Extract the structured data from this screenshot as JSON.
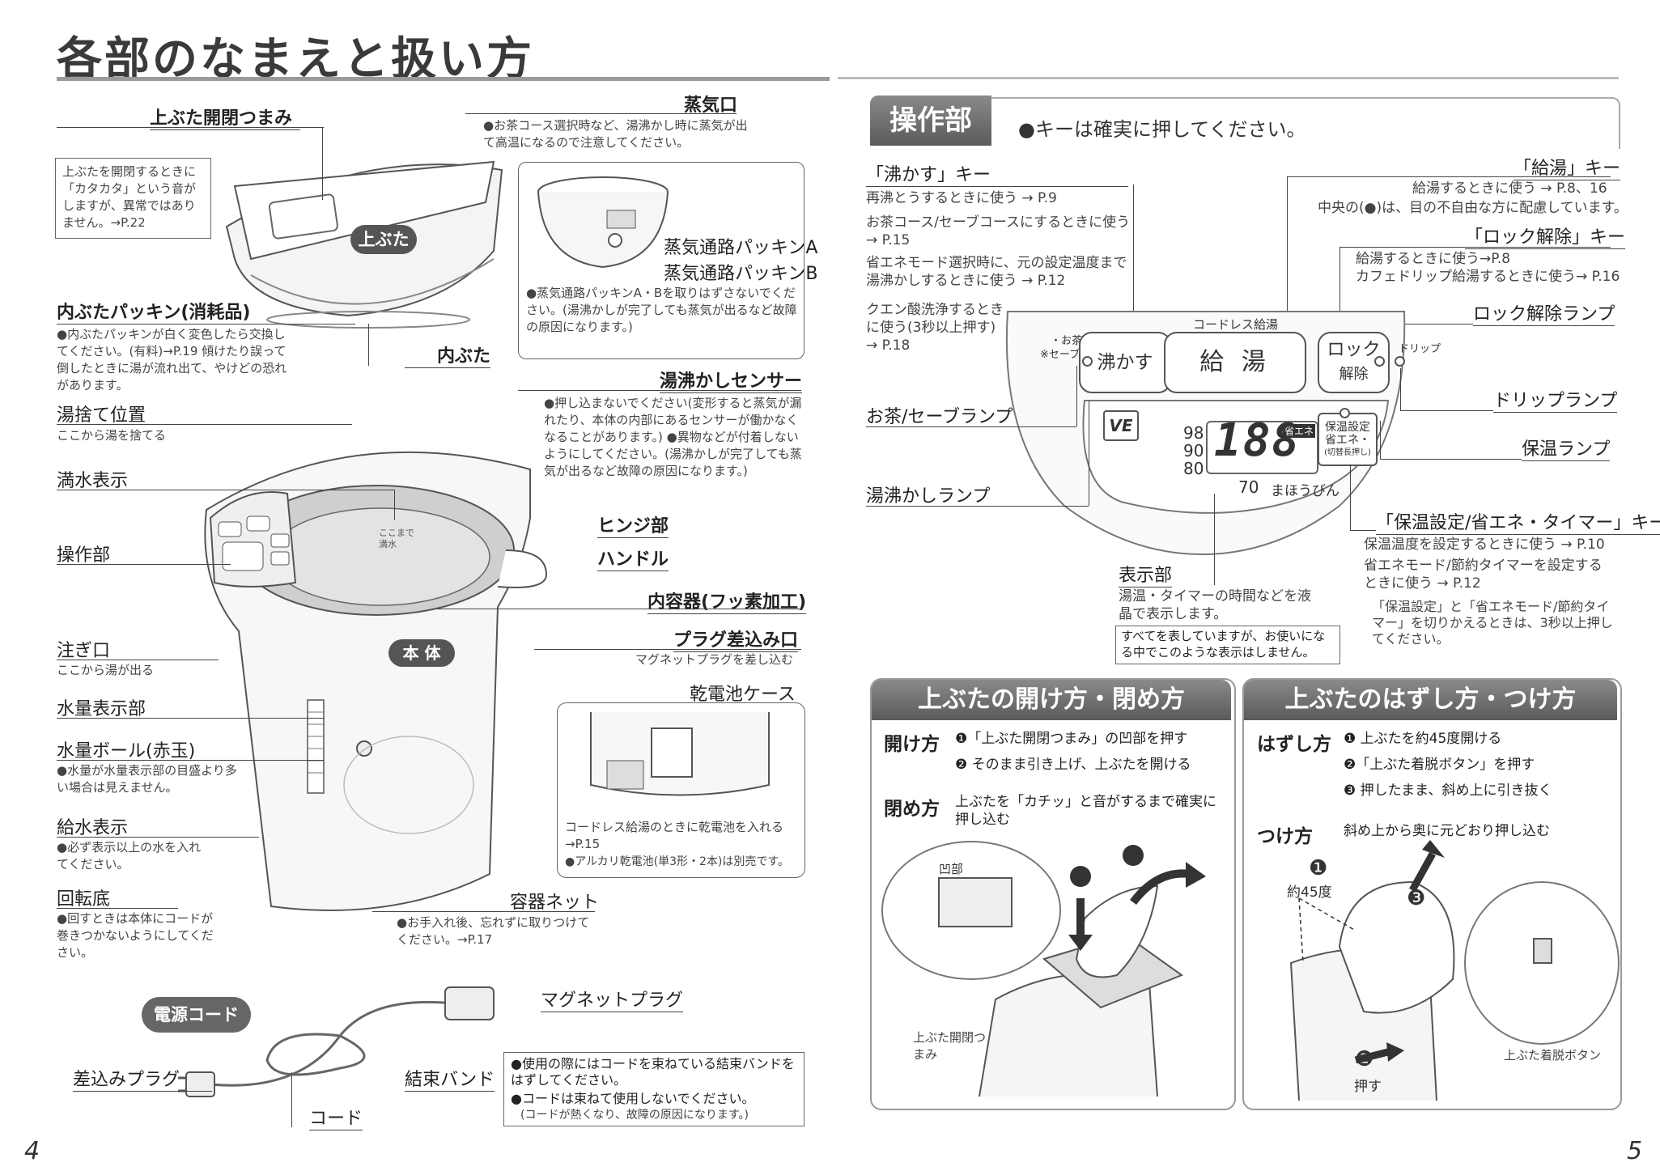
{
  "left_page": {
    "title": "各部のなまえと扱い方",
    "page_number": "4",
    "labels": {
      "lid_knob": "上ぶた開閉つまみ",
      "lid_note": "上ぶたを開閉するときに「カタカタ」という音がしますが、異常ではありません。→P.22",
      "steam_port": "蒸気口",
      "steam_port_note": "●お茶コース選択時など、湯沸かし時に蒸気が出て高温になるので注意してください。",
      "lid_badge": "上ぶた",
      "packing_a": "蒸気通路パッキンA",
      "packing_b": "蒸気通路パッキンB",
      "packing_note": "●蒸気通路パッキンA・Bを取りはずさないでください。(湯沸かしが完了しても蒸気が出るなど故障の原因になります。)",
      "inner_lid_packing": "内ぶたパッキン(消耗品)",
      "inner_lid_packing_note": "●内ぶたパッキンが白く変色したら交換してください。(有料)→P.19 傾けたり誤って倒したときに湯が流れ出て、やけどの恐れがあります。",
      "inner_lid": "内ぶた",
      "sensor": "湯沸かしセンサー",
      "sensor_note": "●押し込まないでください(変形すると蒸気が漏れたり、本体の内部にあるセンサーが働かなくなることがあります。) ●異物などが付着しないようにしてください。(湯沸かしが完了しても蒸気が出るなど故障の原因になります。)",
      "drain_position": "湯捨て位置",
      "drain_position_note": "ここから湯を捨てる",
      "full_mark": "満水表示",
      "control_panel": "操作部",
      "hinge": "ヒンジ部",
      "handle": "ハンドル",
      "inner_container": "内容器(フッ素加工)",
      "spout": "注ぎ口",
      "spout_note": "ここから湯が出る",
      "body_badge": "本 体",
      "plug_socket": "プラグ差込み口",
      "plug_socket_note": "マグネットプラグを差し込む",
      "water_gauge": "水量表示部",
      "battery_case": "乾電池ケース",
      "water_ball": "水量ボール(赤玉)",
      "water_ball_note": "●水量が水量表示部の目盛より多い場合は見えません。",
      "min_mark": "給水表示",
      "min_mark_note": "●必ず表示以上の水を入れてください。",
      "battery_note1": "コードレス給湯のときに乾電池を入れる→P.15",
      "battery_note2": "●アルカリ乾電池(単3形・2本)は別売です。",
      "swivel_base": "回転底",
      "swivel_base_note": "●回すときは本体にコードが巻きつかないようにしてください。",
      "container_net": "容器ネット",
      "container_net_note": "●お手入れ後、忘れずに取りつけてください。→P.17",
      "power_cord_badge": "電源コード",
      "magnet_plug": "マグネットプラグ",
      "plug": "差込みプラグ",
      "tie_band": "結束バンド",
      "cord": "コード",
      "cord_warning1": "●使用の際にはコードを束ねている結束バンドをはずしてください。",
      "cord_warning2": "●コードは束ねて使用しないでください。",
      "cord_warning3": "(コードが熱くなり、故障の原因になります。)",
      "inner_mark_1": "ここまで",
      "inner_mark_2": "満水"
    }
  },
  "right_page": {
    "page_number": "5",
    "section_title": "操作部",
    "section_subtitle": "●キーは確実に押してください。",
    "boil_key": "「沸かす」キー",
    "boil_key_notes": [
      "再沸とうするときに使う → P.9",
      "お茶コース/セーブコースにするときに使う → P.15",
      "省エネモード選択時に、元の設定温度まで湯沸かしするときに使う → P.12",
      "クエン酸洗浄するときに使う(3秒以上押す) → P.18"
    ],
    "dispense_key": "「給湯」キー",
    "dispense_key_notes": [
      "給湯するときに使う → P.8、16",
      "中央の(●)は、目の不自由な方に配慮しています。"
    ],
    "unlock_key": "「ロック解除」キー",
    "unlock_key_notes": [
      "給湯するときに使う→P.8",
      "カフェドリップ給湯するときに使う→ P.16"
    ],
    "unlock_lamp": "ロック解除ランプ",
    "tea_save_lamp": "お茶/セーブランプ",
    "drip_lamp": "ドリップランプ",
    "keep_warm_lamp": "保温ランプ",
    "boil_lamp": "湯沸かしランプ",
    "keep_warm_key": "「保温設定/省エネ・タイマー」キー",
    "keep_warm_key_notes": [
      "保温温度を設定するときに使う → P.10",
      "省エネモード/節約タイマーを設定するときに使う → P.12",
      "「保温設定」と「省エネモード/節約タイマー」を切りかえるときは、3秒以上押してください。"
    ],
    "display": "表示部",
    "display_note": "湯温・タイマーの時間などを液晶で表示します。",
    "display_box": "すべてを表していますが、お使いになる中でこのような表示はしません。",
    "panel": {
      "cordless_label": "コードレス給湯",
      "tea_label": "・お茶",
      "save_label": "※セーブ",
      "boil_key_label": "沸かす",
      "dispense_key_label": "給 湯",
      "lock_label": "ロック",
      "unlock_label": "解除",
      "drip_label": "ドリップ",
      "ve_logo": "VE",
      "temps": [
        "98",
        "90",
        "80",
        "70"
      ],
      "digits": "188",
      "eco_label": "省エネ",
      "keepwarm_btn_line1": "保温設定",
      "keepwarm_btn_line2": "省エネ・",
      "keepwarm_btn_line3": "(切替長押し)",
      "mahobin": "まほうびん"
    },
    "open_close_title": "上ぶたの開け方・閉め方",
    "open_label": "開け方",
    "open_steps": [
      "❶「上ぶた開閉つまみ」の凹部を押す",
      "❷ そのまま引き上げ、上ぶたを開ける"
    ],
    "close_label": "閉め方",
    "close_text": "上ぶたを「カチッ」と音がするまで確実に押し込む",
    "recess_label": "凹部",
    "lid_knob_label": "上ぶた開閉つまみ",
    "remove_attach_title": "上ぶたのはずし方・つけ方",
    "remove_label": "はずし方",
    "remove_steps": [
      "❶ 上ぶたを約45度開ける",
      "❷「上ぶた着脱ボタン」を押す",
      "❸ 押したまま、斜め上に引き抜く"
    ],
    "attach_label": "つけ方",
    "attach_text": "斜め上から奥に元どおり押し込む",
    "angle_label": "約45度",
    "press_label": "押す",
    "release_button_label": "上ぶた着脱ボタン",
    "step_marks": [
      "❶",
      "❷",
      "❸"
    ]
  },
  "colors": {
    "header_gray": "#6a6a6a",
    "line": "#444444",
    "text": "#333333"
  }
}
